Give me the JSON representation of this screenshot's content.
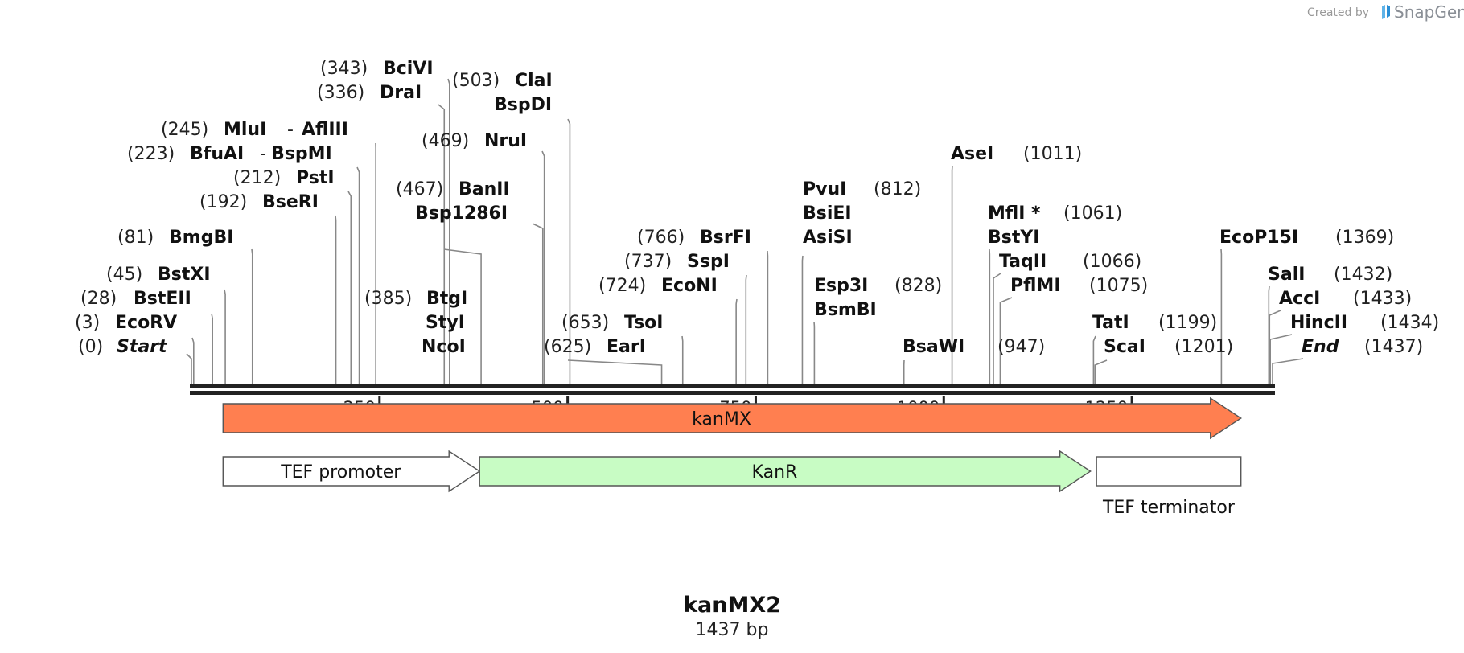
{
  "credit": {
    "prefix": "Created by",
    "brand": "SnapGene"
  },
  "title": "kanMX2",
  "subtitle": "1437 bp",
  "colors": {
    "kanMX": "#ff7f50",
    "KanR": "#c8fcc4",
    "backbone": "#222222",
    "promoter": "#ffffff",
    "terminator": "#ffffff"
  },
  "ticks": [
    {
      "pos": 250,
      "label": "250"
    },
    {
      "pos": 500,
      "label": "500"
    },
    {
      "pos": 750,
      "label": "750"
    },
    {
      "pos": 1000,
      "label": "1000"
    },
    {
      "pos": 1250,
      "label": "1250"
    }
  ],
  "sites": [
    {
      "name": "Start",
      "pos": 0,
      "pos_label": "(0)"
    },
    {
      "name": "EcoRV",
      "pos": 3,
      "pos_label": "(3)"
    },
    {
      "name": "BstEII",
      "pos": 28,
      "pos_label": "(28)"
    },
    {
      "name": "BstXI",
      "pos": 45,
      "pos_label": "(45)"
    },
    {
      "name": "BmgBI",
      "pos": 81,
      "pos_label": "(81)"
    },
    {
      "name": "BseRI",
      "pos": 192,
      "pos_label": "(192)"
    },
    {
      "name": "PstI",
      "pos": 212,
      "pos_label": "(212)"
    },
    {
      "name": "BfuAI - BspMI",
      "pos": 223,
      "pos_label": "(223)"
    },
    {
      "name": "MluI - AflIII",
      "pos": 245,
      "pos_label": "(245)"
    },
    {
      "name": "DraI",
      "pos": 336,
      "pos_label": "(336)"
    },
    {
      "name": "BciVI",
      "pos": 343,
      "pos_label": "(343)"
    },
    {
      "name": "NcoI / StyI / BtgI",
      "pos": 385,
      "pos_label": "(385)"
    },
    {
      "name": "BanII / Bsp1286I",
      "pos": 467,
      "pos_label": "(467)"
    },
    {
      "name": "NruI",
      "pos": 469,
      "pos_label": "(469)"
    },
    {
      "name": "ClaI / BspDI",
      "pos": 503,
      "pos_label": "(503)"
    },
    {
      "name": "EarI",
      "pos": 625,
      "pos_label": "(625)"
    },
    {
      "name": "TsoI",
      "pos": 653,
      "pos_label": "(653)"
    },
    {
      "name": "EcoNI",
      "pos": 724,
      "pos_label": "(724)"
    },
    {
      "name": "SspI",
      "pos": 737,
      "pos_label": "(737)"
    },
    {
      "name": "BsrFI",
      "pos": 766,
      "pos_label": "(766)"
    },
    {
      "name": "PvuI / BsiEI / AsiSI",
      "pos": 812,
      "pos_label": "(812)"
    },
    {
      "name": "Esp3I / BsmBI",
      "pos": 828,
      "pos_label": "(828)"
    },
    {
      "name": "BsaWI",
      "pos": 947,
      "pos_label": "(947)"
    },
    {
      "name": "AseI",
      "pos": 1011,
      "pos_label": "(1011)"
    },
    {
      "name": "MflI * / BstYI",
      "pos": 1061,
      "pos_label": "(1061)"
    },
    {
      "name": "TaqII",
      "pos": 1066,
      "pos_label": "(1066)"
    },
    {
      "name": "PflMI",
      "pos": 1075,
      "pos_label": "(1075)"
    },
    {
      "name": "TatI",
      "pos": 1199,
      "pos_label": "(1199)"
    },
    {
      "name": "ScaI",
      "pos": 1201,
      "pos_label": "(1201)"
    },
    {
      "name": "EcoP15I",
      "pos": 1369,
      "pos_label": "(1369)"
    },
    {
      "name": "SalI",
      "pos": 1432,
      "pos_label": "(1432)"
    },
    {
      "name": "AccI",
      "pos": 1433,
      "pos_label": "(1433)"
    },
    {
      "name": "HincII",
      "pos": 1434,
      "pos_label": "(1434)"
    },
    {
      "name": "End",
      "pos": 1437,
      "pos_label": "(1437)"
    }
  ],
  "features": [
    {
      "name": "kanMX",
      "start": 42,
      "end": 1395,
      "track": 1,
      "arrow": true,
      "color_key": "kanMX"
    },
    {
      "name": "TEF promoter",
      "start": 42,
      "end": 383,
      "track": 2,
      "arrow": true,
      "color_key": "promoter"
    },
    {
      "name": "KanR",
      "start": 383,
      "end": 1195,
      "track": 2,
      "arrow": true,
      "color_key": "KanR"
    },
    {
      "name": "TEF terminator",
      "start": 1203,
      "end": 1395,
      "track": 2,
      "arrow": false,
      "color_key": "terminator"
    }
  ]
}
